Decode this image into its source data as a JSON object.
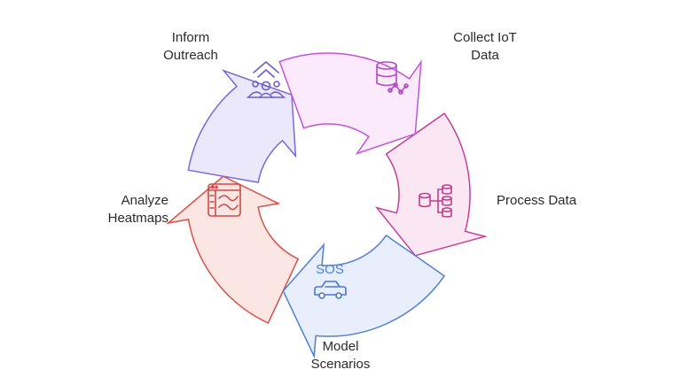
{
  "steps": [
    {
      "id": "inform",
      "label": "Inform\nOutreach",
      "icon": "megaphone-people-icon",
      "fill": "#ece8fb",
      "stroke": "#7b68d8"
    },
    {
      "id": "collect",
      "label": "Collect IoT\nData",
      "icon": "database-network-icon",
      "fill": "#fbeafb",
      "stroke": "#c353d8"
    },
    {
      "id": "process",
      "label": "Process Data",
      "icon": "data-flow-icon",
      "fill": "#fbe7f3",
      "stroke": "#c83e94"
    },
    {
      "id": "model",
      "label": "Model\nScenarios",
      "icon": "car-sos-icon",
      "fill": "#e8eefb",
      "stroke": "#4f7fd6"
    },
    {
      "id": "analyze",
      "label": "Analyze\nHeatmaps",
      "icon": "heatmap-chart-icon",
      "fill": "#fbe6e3",
      "stroke": "#d8524a"
    }
  ],
  "model_badge": "SOS"
}
